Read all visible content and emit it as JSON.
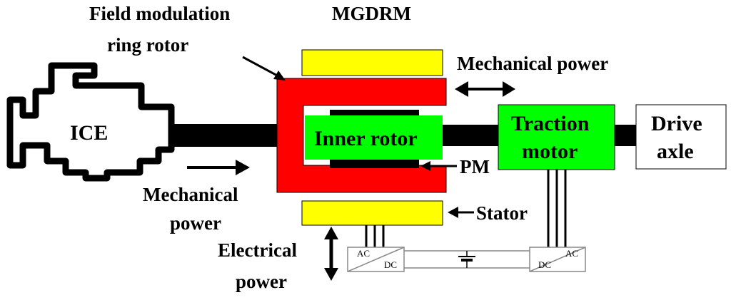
{
  "labels": {
    "field_modulation_1": "Field modulation",
    "field_modulation_2": "ring rotor",
    "mgdrm": "MGDRM",
    "mechanical_power_right": "Mechanical power",
    "ice": "ICE",
    "inner_rotor": "Inner rotor",
    "traction_1": "Traction",
    "traction_2": "motor",
    "drive_1": "Drive",
    "drive_2": "axle",
    "pm": "PM",
    "mechanical_power_left_1": "Mechanical",
    "mechanical_power_left_2": "power",
    "stator": "Stator",
    "electrical_1": "Electrical",
    "electrical_2": "power",
    "conv_left_ac": "AC",
    "conv_left_dc": "DC",
    "conv_right_ac": "AC",
    "conv_right_dc": "DC"
  },
  "colors": {
    "ring_rotor": "#ff0000",
    "stator": "#ffff00",
    "inner_rotor": "#00ff00",
    "traction_motor": "#00ff00",
    "shaft": "#000000"
  }
}
